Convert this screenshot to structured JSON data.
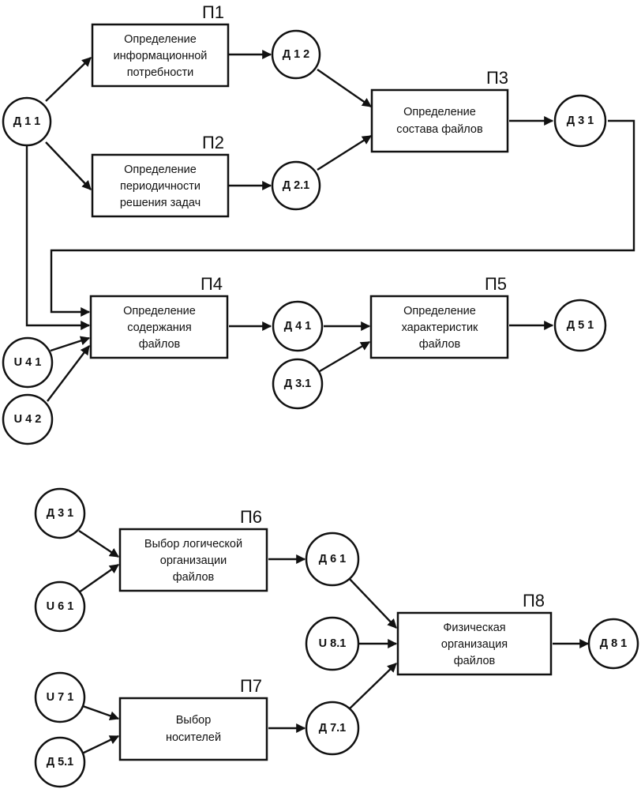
{
  "processes": {
    "p1": {
      "id": "П1",
      "lines": [
        "Определение",
        "информационной",
        "потребности"
      ]
    },
    "p2": {
      "id": "П2",
      "lines": [
        "Определение",
        "периодичности",
        "решения задач"
      ]
    },
    "p3": {
      "id": "П3",
      "lines": [
        "Определение",
        "состава файлов"
      ]
    },
    "p4": {
      "id": "П4",
      "lines": [
        "Определение",
        "содержания",
        "файлов"
      ]
    },
    "p5": {
      "id": "П5",
      "lines": [
        "Определение",
        "характеристик",
        "файлов"
      ]
    },
    "p6": {
      "id": "П6",
      "lines": [
        "Выбор логической",
        "организации",
        "файлов"
      ]
    },
    "p7": {
      "id": "П7",
      "lines": [
        "Выбор",
        "носителей"
      ]
    },
    "p8": {
      "id": "П8",
      "lines": [
        "Физическая",
        "организация",
        "файлов"
      ]
    }
  },
  "nodes": {
    "d11": "Д 1 1",
    "d12": "Д 1 2",
    "d21": "Д 2.1",
    "d31": "Д 3 1",
    "u41": "U 4 1",
    "u42": "U 4 2",
    "d41": "Д 4 1",
    "d31b": "Д 3.1",
    "d51": "Д 5 1",
    "d31c": "Д 3 1",
    "u61": "U 6 1",
    "d61": "Д 6 1",
    "u81": "U 8.1",
    "d81": "Д 8 1",
    "u71": "U 7 1",
    "d51b": "Д 5.1",
    "d71": "Д 7.1"
  }
}
